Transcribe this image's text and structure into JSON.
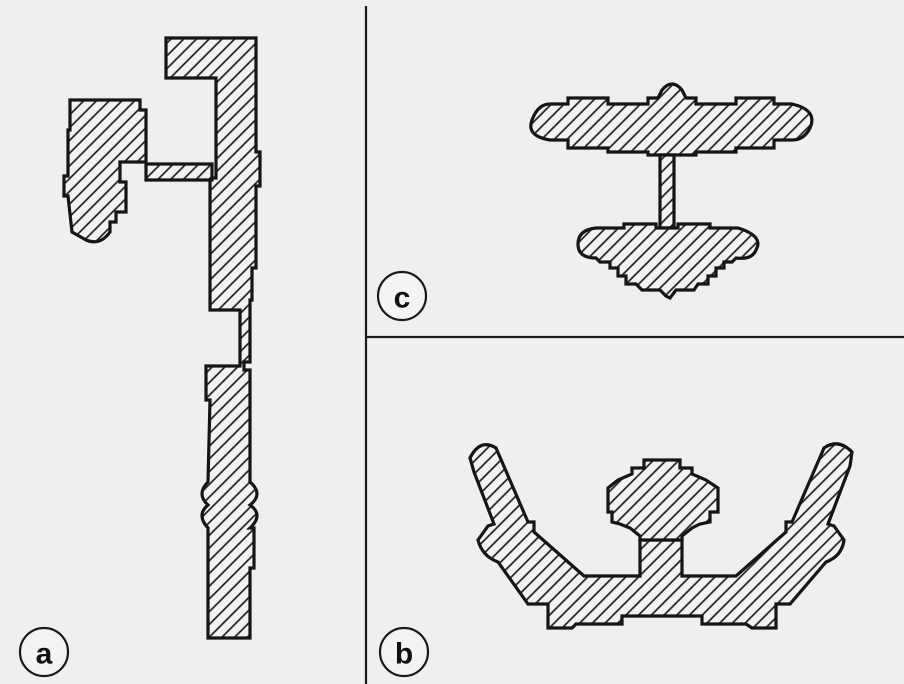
{
  "panels": [
    {
      "id": "a",
      "label": "a"
    },
    {
      "id": "b",
      "label": "b"
    },
    {
      "id": "c",
      "label": "c"
    }
  ],
  "colors": {
    "paper": "#efefed",
    "ink": "#151515"
  }
}
